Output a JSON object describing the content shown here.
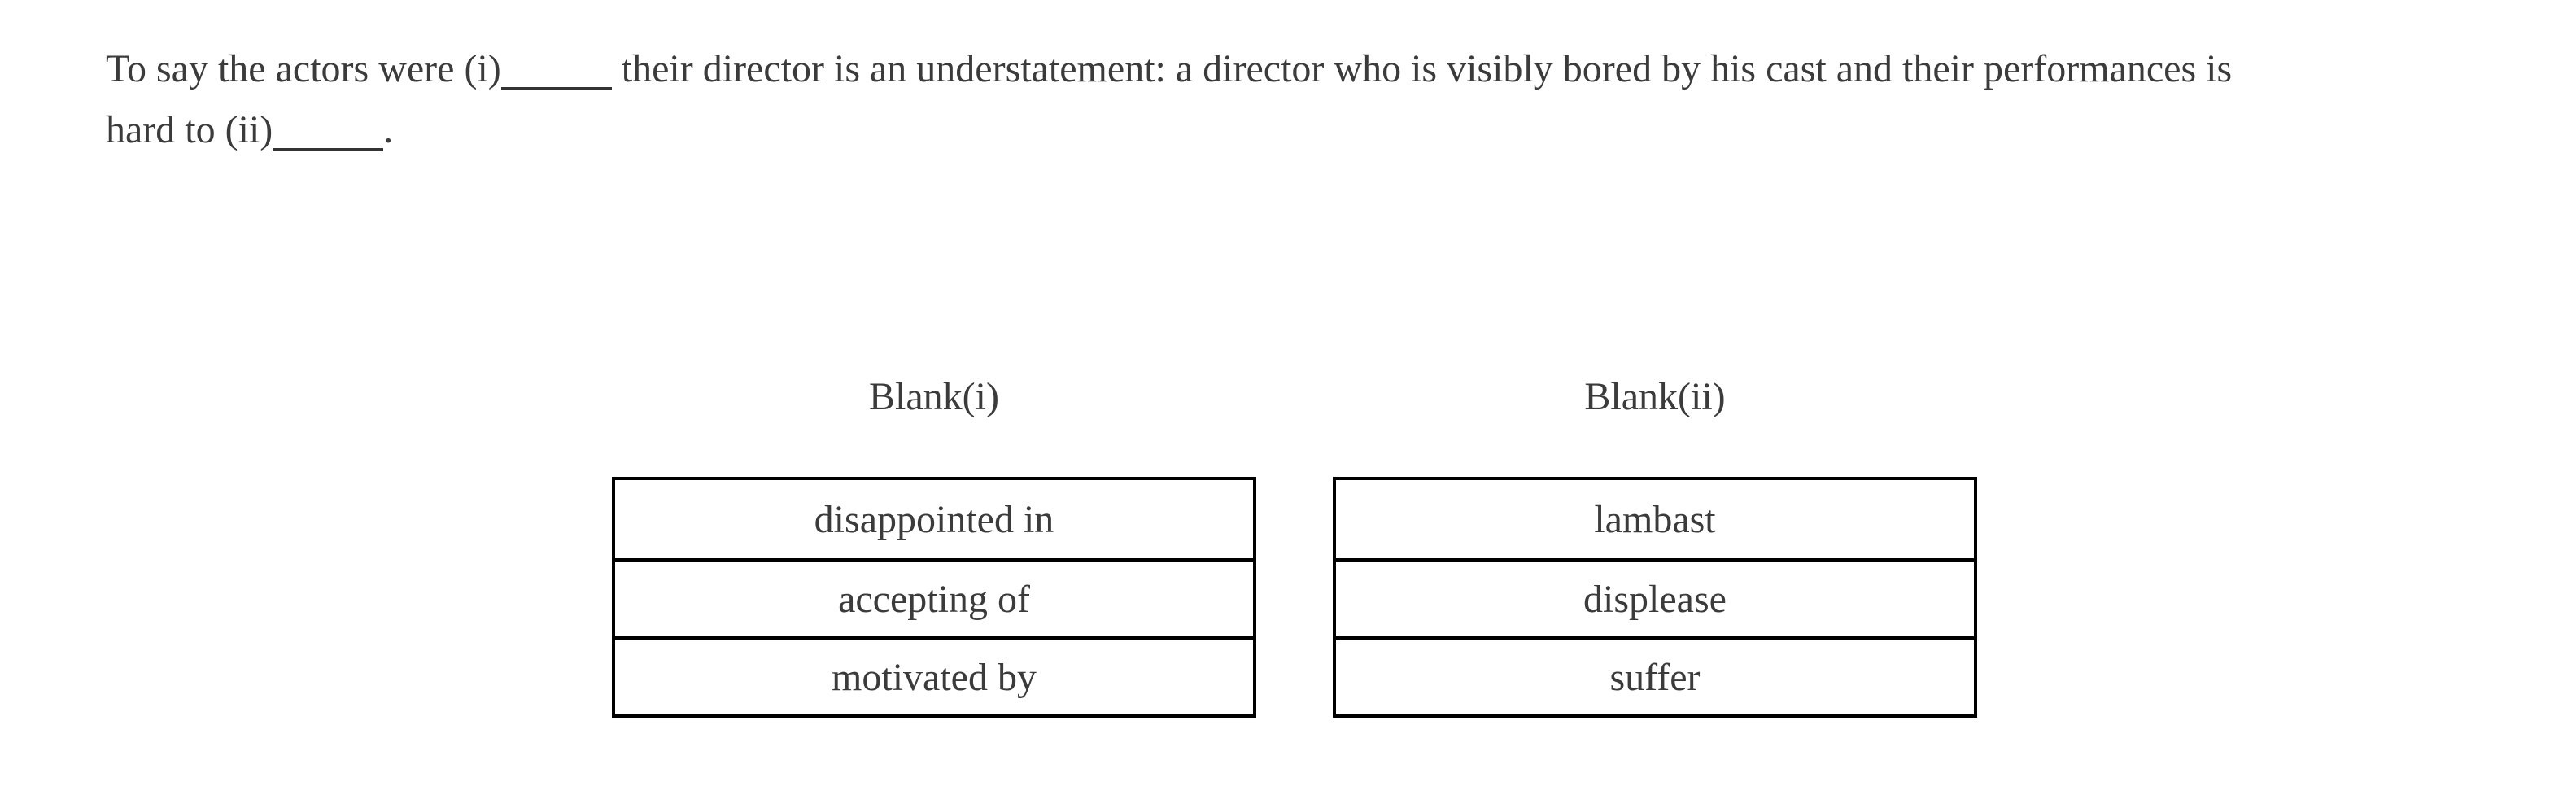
{
  "passage": {
    "line1_before_blank": "To say the actors were (i)",
    "line1_after_blank": " their director is an understatement: a director who is visibly bored by his cast and their performances is",
    "line2_before_blank": "hard to (ii)",
    "line2_after_blank": "."
  },
  "columns": [
    {
      "header": "Blank(i)",
      "options": [
        "disappointed in",
        "accepting of",
        "motivated by"
      ]
    },
    {
      "header": "Blank(ii)",
      "options": [
        "lambast",
        "displease",
        "suffer"
      ]
    }
  ],
  "colors": {
    "text": "#3b3b3b",
    "border": "#000000",
    "background": "#ffffff"
  }
}
